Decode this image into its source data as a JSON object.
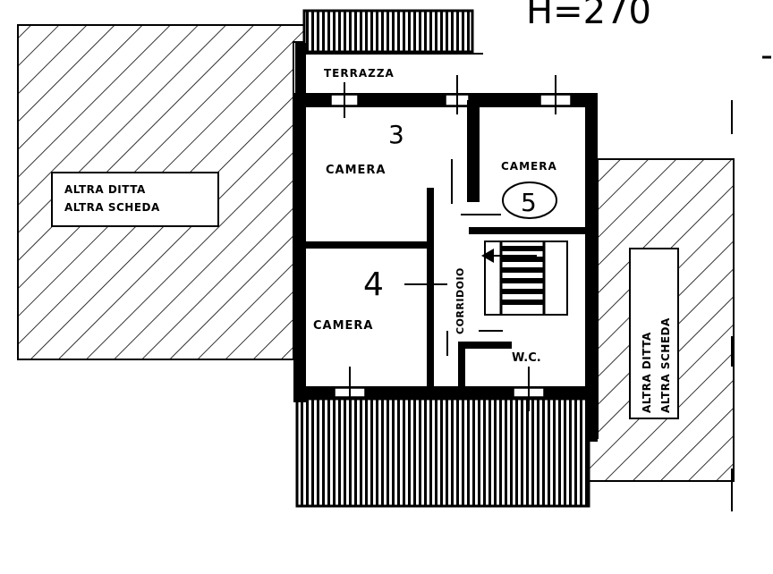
{
  "header": {
    "height_label": "H=270"
  },
  "outside_left": {
    "line1": "ALTRA DITTA",
    "line2": "ALTRA SCHEDA"
  },
  "outside_right": {
    "line1": "ALTRA DITTA",
    "line2": "ALTRA SCHEDA"
  },
  "rooms": {
    "terrace_top": "TERRAZZA",
    "room_3": {
      "number": "3",
      "label": "CAMERA"
    },
    "room_5": {
      "number": "5",
      "label": "CAMERA"
    },
    "room_4": {
      "number": "4",
      "label": "CAMERA"
    },
    "corridor": {
      "label": "CORRIDOIO"
    },
    "wc": {
      "label": "W.C."
    }
  },
  "colors": {
    "ink": "#000000",
    "paper": "#ffffff"
  }
}
